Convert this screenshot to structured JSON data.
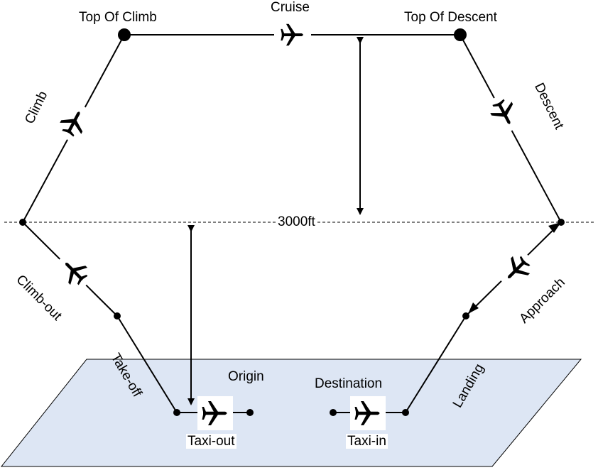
{
  "diagram": {
    "phases": {
      "top_of_climb": "Top Of Climb",
      "cruise": "Cruise",
      "top_of_descent": "Top Of Descent",
      "climb": "Climb",
      "descent": "Descent",
      "altitude": "3000ft",
      "climb_out": "Climb-out",
      "approach": "Approach",
      "take_off": "Take-off",
      "landing": "Landing",
      "origin": "Origin",
      "destination": "Destination",
      "taxi_out": "Taxi-out",
      "taxi_in": "Taxi-in"
    },
    "icons": [
      "airplane-icon"
    ],
    "colors": {
      "ground": "#dde6f4",
      "line": "#000000"
    }
  }
}
